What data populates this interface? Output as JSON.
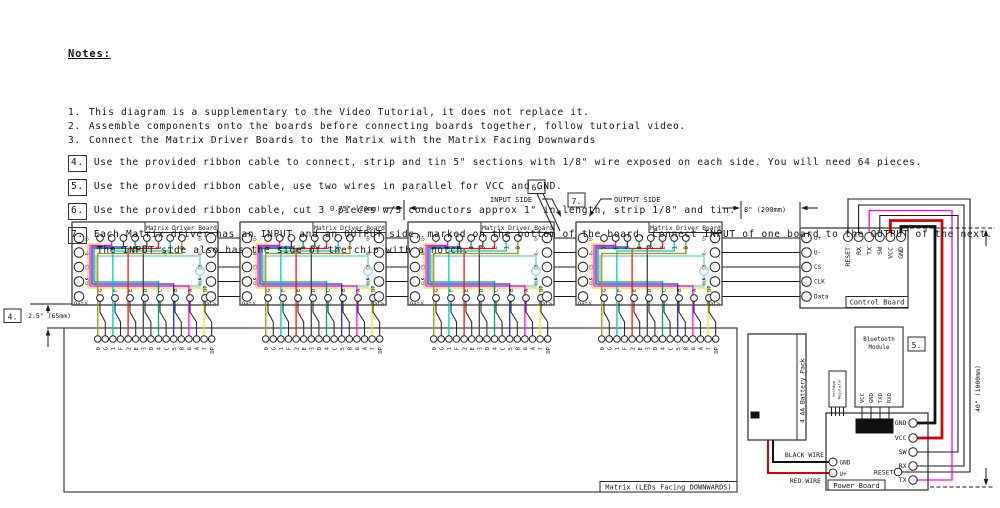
{
  "notes": {
    "title": "Notes:",
    "items": [
      {
        "num": "1.",
        "boxed": false,
        "text": "This diagram is a supplementary to the Video Tutorial, it does not replace it."
      },
      {
        "num": "2.",
        "boxed": false,
        "text": "Assemble components onto the boards before connecting boards together, follow tutorial video."
      },
      {
        "num": "3.",
        "boxed": false,
        "text": "Connect the Matrix Driver Boards to the Matrix with the Matrix Facing Downwards"
      },
      {
        "num": "4.",
        "boxed": true,
        "text": "Use the provided ribbon cable to connect, strip and tin 5\" sections with 1/8\" wire exposed on each side. You will need 64 pieces."
      },
      {
        "num": "5.",
        "boxed": true,
        "text": "Use the provided ribbon cable, use two wires in parallel for VCC and GND."
      },
      {
        "num": "6.",
        "boxed": true,
        "text": "Use the provided ribbon cable, cut 3  pieces w/5 conductors approx 1\" in length, strip 1/8\" and tin."
      },
      {
        "num": "7.",
        "boxed": true,
        "text": "Each Matrix driver has an INPUT and an OUTPUT side, marked on the bottom of the board. Connect INPUT of one board to the OUTPUT of the next.",
        "text2": "The INPUT side also has the side of the chip with a notch."
      }
    ]
  },
  "diagram": {
    "board_label": "Matrix Driver Board",
    "bus_labels": [
      "U+",
      "U-",
      "CS",
      "CLK",
      "Data"
    ],
    "top_pin_labels": [
      "7",
      "6",
      "5",
      "4",
      "3",
      "2",
      "1",
      "0"
    ],
    "bottom_pin_labels": [
      "G",
      "F",
      "E",
      "D",
      "C",
      "B",
      "A",
      "DP"
    ],
    "matrix_hole_labels": [
      "0",
      "G",
      "1",
      "F",
      "2",
      "E",
      "3",
      "D",
      "4",
      "C",
      "5",
      "B",
      "6",
      "A",
      "7",
      "DP"
    ],
    "wire_colors": [
      "#f0df1c",
      "#ff00ff",
      "#2b2bd4",
      "#00a14b",
      "#454545",
      "#ff0f0f",
      "#00c4cc",
      "#ab9406"
    ],
    "accent_red": "#d90000",
    "accent_black": "#111111",
    "chip_color": "#a5dbe7",
    "control_board": {
      "label": "Control Board",
      "top_pins": [
        "RESET",
        "RX",
        "TX",
        "SW",
        "VCC",
        "GND"
      ]
    },
    "power_board": {
      "label": "Power Board",
      "right_pins": [
        "GND",
        "VCC",
        "SW",
        "RX",
        "TX"
      ],
      "reset_label": "RESET",
      "left_pins": [
        "GND",
        "U+"
      ]
    },
    "battery": {
      "label": "4 AA Battery Pack"
    },
    "bluetooth": {
      "line1": "Bluetooth",
      "line2": "Module",
      "pins": [
        "VCC",
        "GND",
        "TXD",
        "RXD"
      ]
    },
    "regulator": {
      "line1": "Voltage",
      "line2": "Regulator"
    },
    "matrix_label": "Matrix (LEDs Facing DOWNWARDS)",
    "annotations": {
      "note4_ref": "4.",
      "note5_ref": "5.",
      "note6_ref": "6.",
      "note7_ref": "7.",
      "dim_gap": "0.75\" (20mm)",
      "dim_control": "8\" (200mm)",
      "dim_matrix": "2.5\" (65mm)",
      "dim_cable": "40\" (1000mm)",
      "input_side": "INPUT SIDE",
      "output_side": "OUTPUT SIDE",
      "black_wire": "BLACK WIRE",
      "red_wire": "RED WIRE"
    }
  }
}
